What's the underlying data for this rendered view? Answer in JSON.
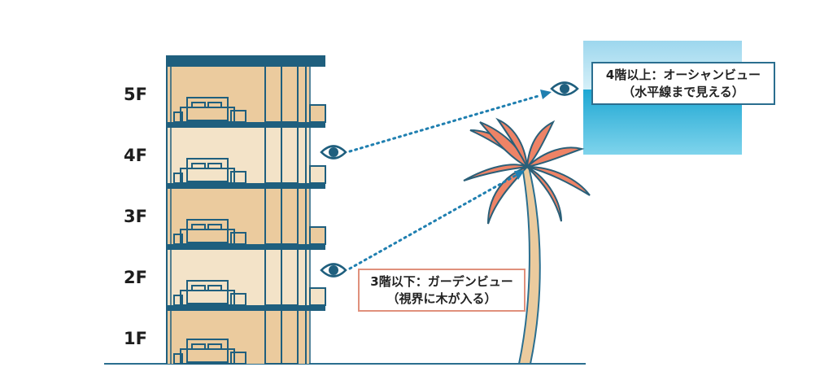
{
  "diagram": {
    "floors": [
      {
        "label": "5F",
        "view": "ocean"
      },
      {
        "label": "4F",
        "view": "ocean"
      },
      {
        "label": "3F",
        "view": "garden"
      },
      {
        "label": "2F",
        "view": "garden"
      },
      {
        "label": "1F",
        "view": "garden"
      }
    ],
    "ocean_view": {
      "line1": "4階以上：オーシャンビュー",
      "line2": "（水平線まで見える）"
    },
    "garden_view": {
      "line1": "3階以下：ガーデンビュー",
      "line2": "（視界に木が入る）"
    },
    "colors": {
      "building_frame": "#1f5f7e",
      "floor_dark": "#ebcb9e",
      "floor_light": "#f3e3c8",
      "palm_leaf": "#ee8366",
      "trunk": "#ebcb9e",
      "sky": "#aee0f0",
      "sea": "#22b2d8",
      "ocean_border": "#2a6e8f",
      "garden_border": "#e0907c",
      "sight_line": "#1f7fb0"
    },
    "icons": [
      "eye-icon",
      "eye-icon",
      "palm-tree-icon",
      "building-icon",
      "bed-icon",
      "door-icon"
    ]
  }
}
